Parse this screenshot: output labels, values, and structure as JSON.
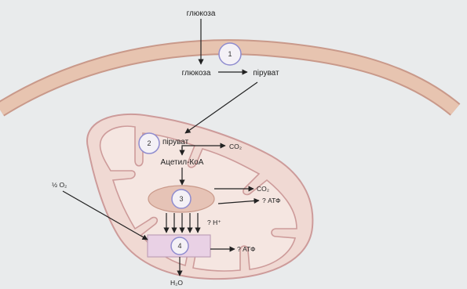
{
  "labels": {
    "glucose_top": "глюкоза",
    "glucose_inner": "глюкоза",
    "pyruvate_cytosol": "піруват",
    "pyruvate_mito": "піруват",
    "co2_first": "CO₂",
    "acetyl_coa": "Ацетил-КоА",
    "co2_second": "CO₂",
    "atp_cycle": "? АТФ",
    "h_plus": "? H⁺",
    "atp_chain": "? АТФ",
    "half_o2": "½ O₂",
    "water": "H₂O"
  },
  "steps": [
    "1",
    "2",
    "3",
    "4"
  ],
  "colors": {
    "membrane": "#e7c4b0",
    "membrane_edge": "#c9998a",
    "mito_fill": "#f0d9d3",
    "mito_edge": "#cd9b9a",
    "inner_fill": "#f5e6e1",
    "cycle_fill": "#e6c3b6",
    "chain_fill": "#e9d1e5",
    "step_ring": "#8f8ccf",
    "arrow": "#222222"
  }
}
